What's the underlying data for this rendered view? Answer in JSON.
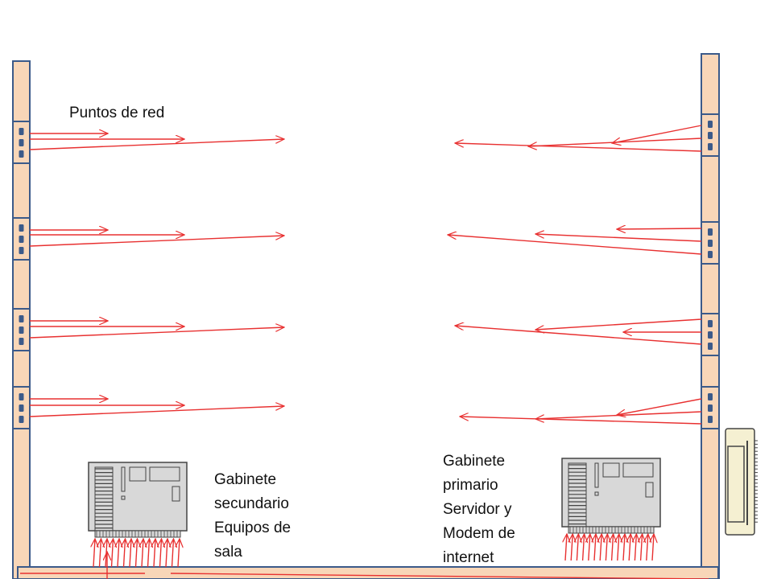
{
  "labels": {
    "network_points": "Puntos de red",
    "secondary_cabinet": [
      "Gabinete",
      "secundario",
      "Equipos de",
      "sala"
    ],
    "primary_cabinet": [
      "Gabinete",
      "primario",
      "Servidor y",
      "Modem de",
      "internet"
    ]
  },
  "colors": {
    "wall_fill": "#f8d6b8",
    "wall_stroke": "#3b5a8a",
    "cable": "#e83030",
    "device_stroke": "#444444",
    "device_fill": "#d8d8d8",
    "panel_fill": "#f5f0d2",
    "jack_fill": "#3b5a8a"
  },
  "icons": [
    "wall-outlet-icon",
    "network-cabinet-icon",
    "patch-panel-icon"
  ]
}
